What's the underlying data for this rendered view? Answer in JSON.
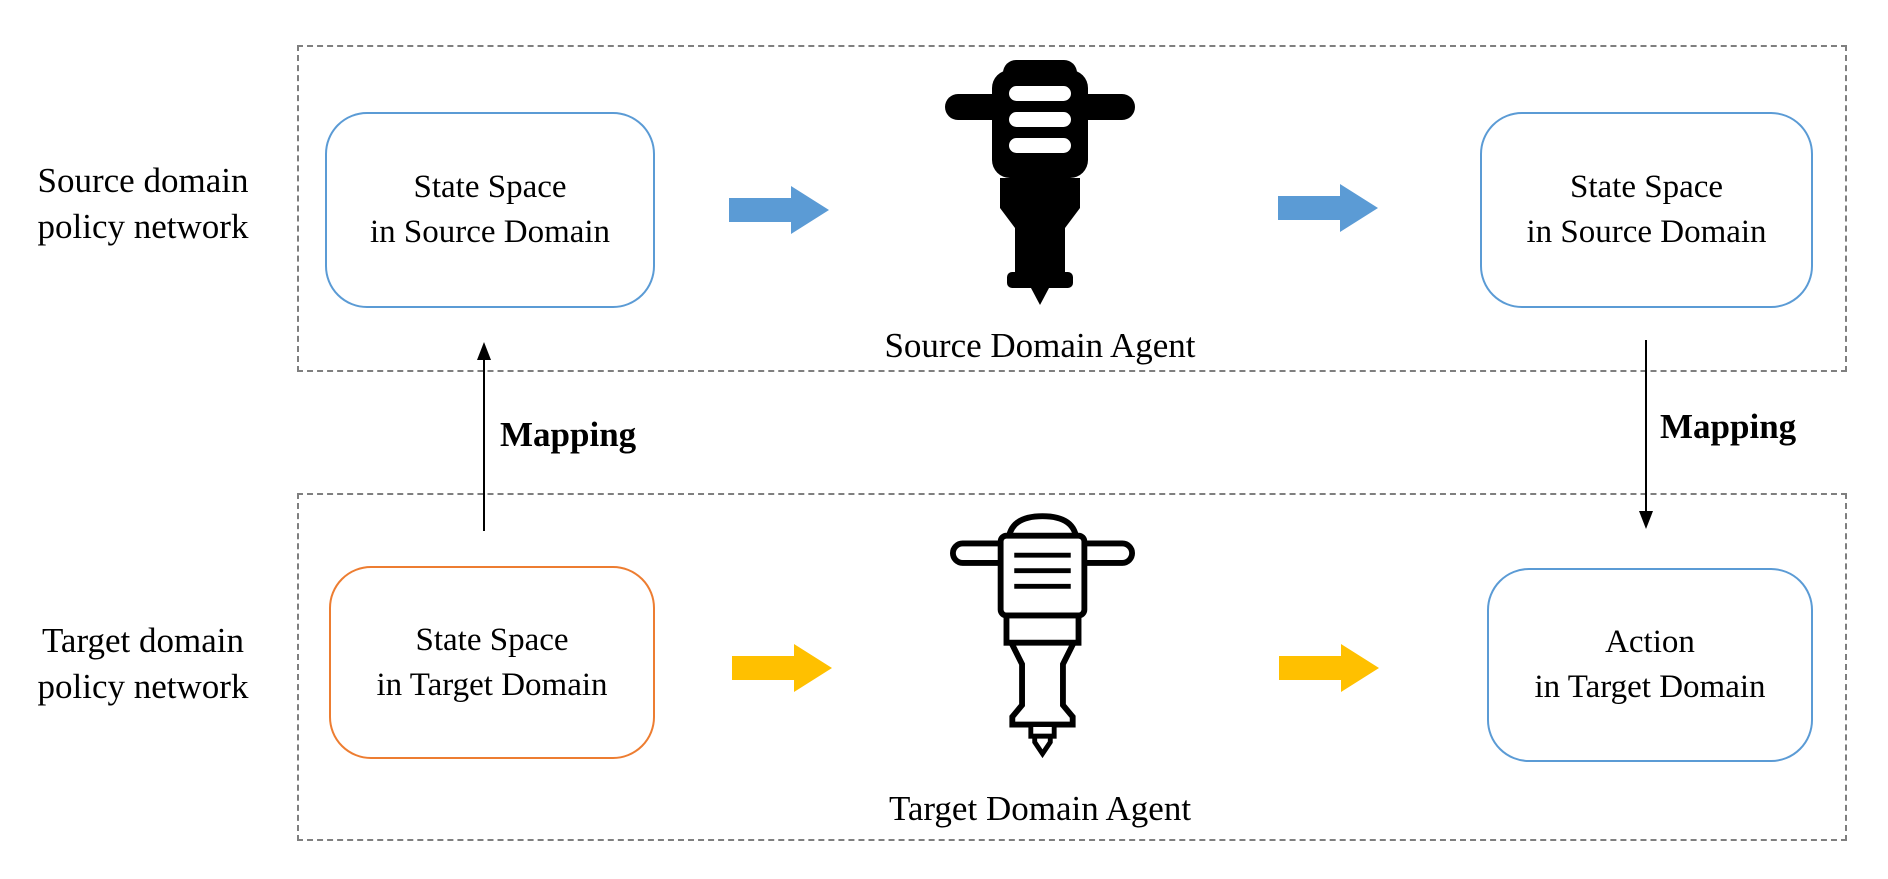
{
  "diagram": {
    "source_network": {
      "label": [
        "Source domain",
        "policy network"
      ],
      "input_box": [
        "State Space",
        "in Source Domain"
      ],
      "agent_caption": "Source Domain Agent",
      "output_box": [
        "State Space",
        "in Source Domain"
      ]
    },
    "target_network": {
      "label": [
        "Target domain",
        "policy network"
      ],
      "input_box": [
        "State Space",
        "in Target Domain"
      ],
      "agent_caption": "Target Domain Agent",
      "output_box": [
        "Action",
        "in Target Domain"
      ]
    },
    "mapping_left_label": "Mapping",
    "mapping_right_label": "Mapping",
    "icons": {
      "source_agent": "jackhammer-filled-icon",
      "target_agent": "jackhammer-outline-icon",
      "flow_arrows": "right-block-arrow-icon",
      "mapping_up": "arrow-up-icon",
      "mapping_down": "arrow-down-icon"
    },
    "colors": {
      "source_flow_arrow": "#5B9BD5",
      "target_flow_arrow": "#FFC000",
      "blue_box_border": "#5B9BD5",
      "orange_box_border": "#ED7D31",
      "container_border": "#7F7F7F",
      "text": "#000000",
      "background": "#FFFFFF"
    }
  }
}
